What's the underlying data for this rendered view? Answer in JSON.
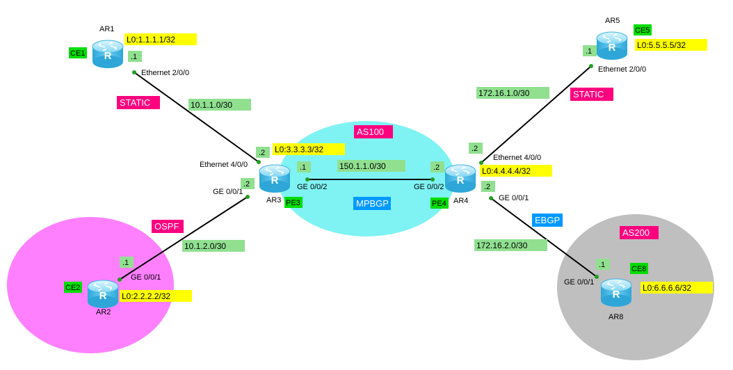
{
  "colors": {
    "as100_area": "#7ff3f3",
    "as200_area": "#bfbfbf",
    "ospf_area": "#ff80ff",
    "loopback_tag": "#ffff00",
    "role_tag": "#00dd00",
    "subnet_tag": "#90e090",
    "protocol_tag": "#ff007f",
    "bgp_tag": "#0099ff",
    "link": "#000000",
    "port": "#1fa01f",
    "router_body": "#55c7ea"
  },
  "areas": {
    "as100": "AS100",
    "as200": "AS200",
    "ospf": "OSPF",
    "mpbgp": "MPBGP",
    "ebgp": "EBGP",
    "static_left": "STATIC",
    "static_right": "STATIC"
  },
  "subnets": {
    "ar1_ar3": "10.1.1.0/30",
    "ar2_ar3": "10.1.2.0/30",
    "ar3_ar4": "150.1.1.0/30",
    "ar4_ar5": "172.16.1.0/30",
    "ar4_ar8": "172.16.2.0/30"
  },
  "routers": {
    "ar1": {
      "name": "AR1",
      "role": "CE1",
      "loopback": "L0:1.1.1.1/32",
      "icon": "router-icon",
      "symbol": "R"
    },
    "ar2": {
      "name": "AR2",
      "role": "CE2",
      "loopback": "L0:2.2.2.2/32",
      "icon": "router-icon",
      "symbol": "R"
    },
    "ar3": {
      "name": "AR3",
      "role": "PE3",
      "loopback": "L0:3.3.3.3/32",
      "icon": "router-icon",
      "symbol": "R"
    },
    "ar4": {
      "name": "AR4",
      "role": "PE4",
      "loopback": "L0:4.4.4.4/32",
      "icon": "router-icon",
      "symbol": "R"
    },
    "ar5": {
      "name": "AR5",
      "role": "CE5",
      "loopback": "L0:5.5.5.5/32",
      "icon": "router-icon",
      "symbol": "R"
    },
    "ar8": {
      "name": "AR8",
      "role": "CE8",
      "loopback": "L0:6.6.6.6/32",
      "icon": "router-icon",
      "symbol": "R"
    }
  },
  "interfaces": {
    "ar1_eth": "Ethernet 2/0/0",
    "ar1_host": ".1",
    "ar3_eth": "Ethernet 4/0/0",
    "ar3_eth_host": ".2",
    "ar3_ge001": "GE 0/0/1",
    "ar3_ge001_host": ".2",
    "ar3_ge002": "GE 0/0/2",
    "ar3_ge002_host": ".1",
    "ar2_ge001": "GE 0/0/1",
    "ar2_host": ".1",
    "ar4_ge002": "GE 0/0/2",
    "ar4_ge002_host": ".2",
    "ar4_eth": "Ethernet 4/0/0",
    "ar4_eth_host": ".2",
    "ar4_ge001": "GE 0/0/1",
    "ar4_ge001_host": ".2",
    "ar5_eth": "Ethernet 2/0/0",
    "ar5_host": ".1",
    "ar8_ge001": "GE 0/0/1",
    "ar8_host": ".1"
  }
}
